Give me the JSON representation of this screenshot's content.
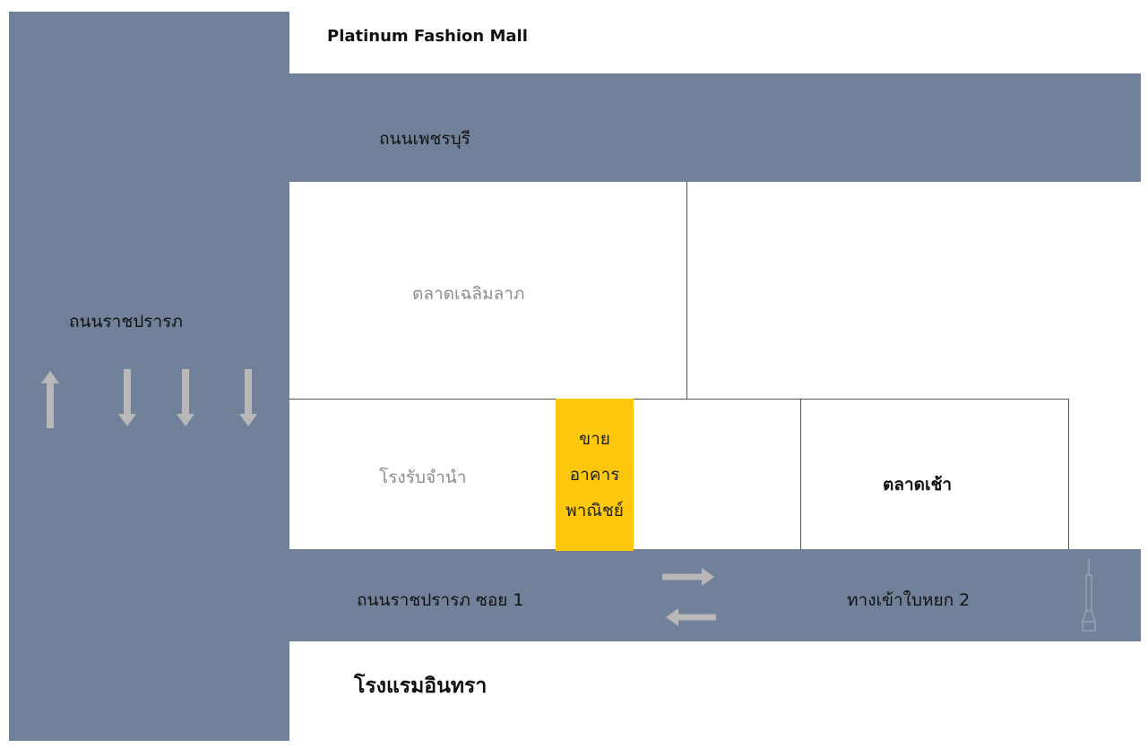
{
  "map": {
    "landmark_top": "Platinum Fashion Mall",
    "road_top": "ถนนเพชรบุรี",
    "road_left": "ถนนราชปรารภ",
    "market_chalerm": "ตลาดเฉลิมลาภ",
    "pawnshop": "โรงรับจำนำ",
    "for_sale": [
      "ขาย",
      "อาคาร",
      "พาณิชย์"
    ],
    "morning_market": "ตลาดเช้า",
    "road_bottom": "ถนนราชปรารภ ซอย 1",
    "entrance": "ทางเข้าใบหยก 2",
    "hotel": "โรงแรมอินทรา",
    "colors": {
      "road": "#72819a",
      "highlight": "#fdc80b",
      "arrow": "#b8b8b8"
    }
  }
}
